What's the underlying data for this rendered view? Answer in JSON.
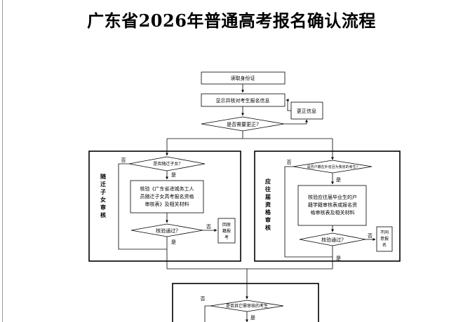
{
  "title": "广东省2026年普通高考报名确认流程",
  "flow": {
    "read_id": "读取身份证",
    "show_info": "显示并核对考生报名信息",
    "correct_info": "更正信息",
    "need_correct": "是否需要更正?",
    "yes": "是",
    "no": "否",
    "left_panel": {
      "heading": [
        "随",
        "迁",
        "子",
        "女",
        "审",
        "核"
      ],
      "question": "是否随迁子女?",
      "verify_lines": [
        "核验《广东省进城务工人",
        "员随迁子女高考报名资格",
        "审核表》及相关材料"
      ],
      "pass_question": "核验通过?",
      "reject": [
        "回原",
        "籍报",
        "考"
      ]
    },
    "right_panel": {
      "heading": [
        "应",
        "往",
        "届",
        "资",
        "格",
        "审",
        "核"
      ],
      "question": "是否户籍在外省且为我省的考生?",
      "verify_lines": [
        "核验应往届毕业生的户",
        "籍学籍审核表或报名资",
        "格审核表及相关材料"
      ],
      "pass_question": "核验通过?",
      "reject": [
        "不同",
        "意报",
        "名"
      ]
    },
    "bottom_question": "是否其它需审核的考生"
  }
}
